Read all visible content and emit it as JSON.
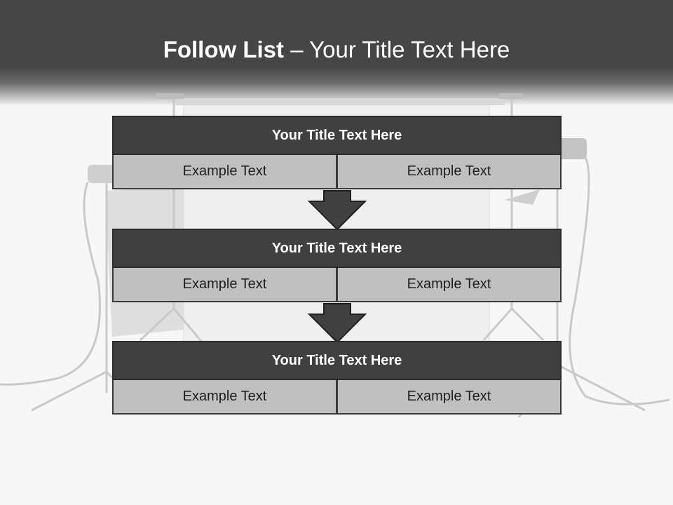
{
  "header": {
    "title_bold": "Follow List",
    "title_rest": " – Your Title Text Here"
  },
  "blocks": [
    {
      "title": "Your Title Text Here",
      "left": "Example Text",
      "right": "Example Text"
    },
    {
      "title": "Your Title Text Here",
      "left": "Example Text",
      "right": "Example Text"
    },
    {
      "title": "Your Title Text Here",
      "left": "Example Text",
      "right": "Example Text"
    }
  ],
  "colors": {
    "header_bg": "#454545",
    "block_title_bg": "#404040",
    "cell_bg": "#c0c0c0",
    "arrow": "#404040"
  }
}
